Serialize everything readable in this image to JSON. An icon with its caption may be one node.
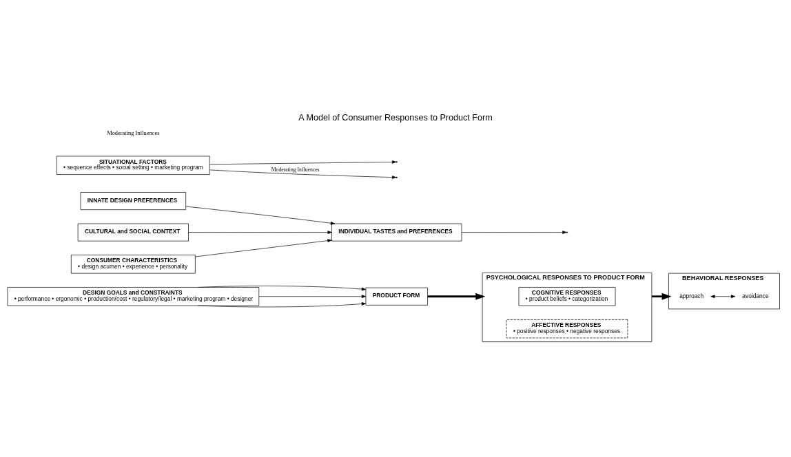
{
  "diagram": {
    "title": "A Model of Consumer Responses to Product Form",
    "nodes": [
      {
        "text": [
          "DESIGN GOALS and CONSTRAINTS",
          "• performance • ergonomic • production/cost • regulatory/legal • marketing program • designer"
        ]
      },
      {
        "text": [
          "PRODUCT FORM"
        ]
      },
      {
        "text": [
          "PSYCHOLOGICAL RESPONSES TO PRODUCT FORM"
        ]
      },
      {
        "text": [
          "COGNITIVE RESPONSES",
          "• product beliefs • categorization"
        ],
        "in": 2
      },
      {
        "text": [
          "AFFECTIVE RESPONSES",
          "• positive responses • negative responses"
        ],
        "in": 2
      },
      {
        "text": [
          "BEHAVIORAL RESPONSES"
        ]
      },
      {
        "text": [
          "approach"
        ],
        "in": 5
      },
      {
        "text": [
          "avoidance"
        ],
        "in": 5
      },
      {
        "text": [
          "INDIVIDUAL TASTES and PREFERENCES"
        ]
      },
      {
        "text": [
          "SITUATIONAL FACTORS",
          "• sequence effects • social setting • marketing program"
        ]
      },
      {
        "text": [
          "INNATE DESIGN PREFERENCES"
        ]
      },
      {
        "text": [
          "CULTURAL and SOCIAL CONTEXT"
        ]
      },
      {
        "text": [
          "CONSUMER CHARACTERISTICS",
          "• design acumen • experience • personality"
        ]
      }
    ],
    "edges": [
      {
        "from": 0,
        "to": 1,
        "arrow": "to"
      },
      {
        "from": 0,
        "to": 1,
        "arrow": "to"
      },
      {
        "from": 0,
        "to": 1,
        "arrow": "to"
      },
      {
        "from": 1,
        "to": 2,
        "arrow": "to",
        "style": "thick"
      },
      {
        "from": 2,
        "to": 5,
        "arrow": "to",
        "style": "thick"
      },
      {
        "from": 6,
        "to": 7,
        "arrow": "both"
      },
      {
        "from": 8,
        "to": null,
        "arrow": "to"
      },
      {
        "from": 9,
        "to": null,
        "arrow": "to"
      },
      {
        "from": 9,
        "to": null,
        "arrow": "to",
        "label": "Moderating Influences"
      },
      {
        "from": 10,
        "to": 8,
        "arrow": "to"
      },
      {
        "from": 11,
        "to": 8,
        "arrow": "to"
      },
      {
        "from": 12,
        "to": 8,
        "arrow": "to"
      }
    ],
    "labels": [
      "Moderating Influences"
    ]
  }
}
